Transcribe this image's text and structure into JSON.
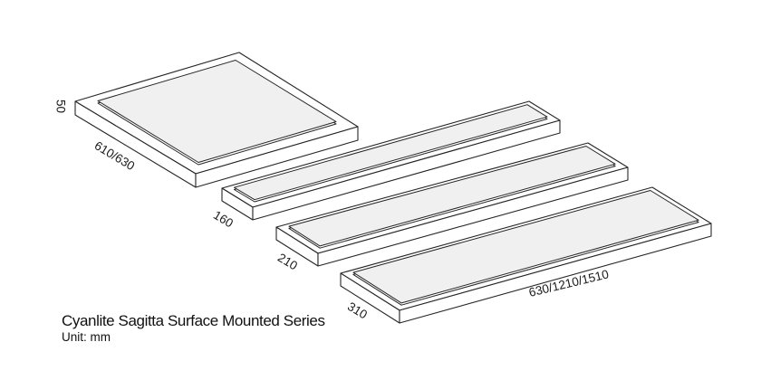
{
  "diagram": {
    "title": "Cyanlite Sagitta Surface Mounted Series",
    "unit_note": "Unit: mm",
    "dimensions": {
      "square_height": "50",
      "square_size": "610/630",
      "strip_width_small": "160",
      "strip_width_medium": "210",
      "strip_width_large": "310",
      "strip_lengths": "630/1210/1510"
    },
    "panels": [
      {
        "name": "square-panel",
        "labels_shown": "50, 610/630"
      },
      {
        "name": "strip-panel-160",
        "labels_shown": "160"
      },
      {
        "name": "strip-panel-210",
        "labels_shown": "210"
      },
      {
        "name": "strip-panel-310",
        "labels_shown": "310, 630/1210/1510"
      }
    ],
    "colors": {
      "background": "#ffffff",
      "line": "#262626",
      "panel_face": "#ffffff",
      "diffuser_fill": "#f0f0f0",
      "text": "#1a1a1a"
    }
  }
}
